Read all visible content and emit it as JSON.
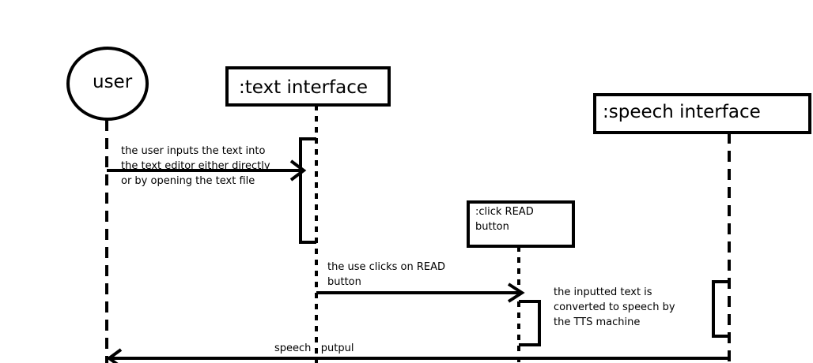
{
  "participants": {
    "user": "user",
    "text_interface": ":text interface",
    "speech_interface": ":speech interface",
    "click_read": [
      ":click READ",
      "button"
    ]
  },
  "messages": {
    "user_input": [
      "the user inputs the text into",
      "the text editor either directly",
      "or by opening the text file"
    ],
    "clicks_read": [
      "the use clicks on READ",
      "button"
    ],
    "converted": [
      "the inputted text is",
      "converted to speech by",
      "the TTS machine"
    ],
    "speech_output": "speech   putpul"
  }
}
